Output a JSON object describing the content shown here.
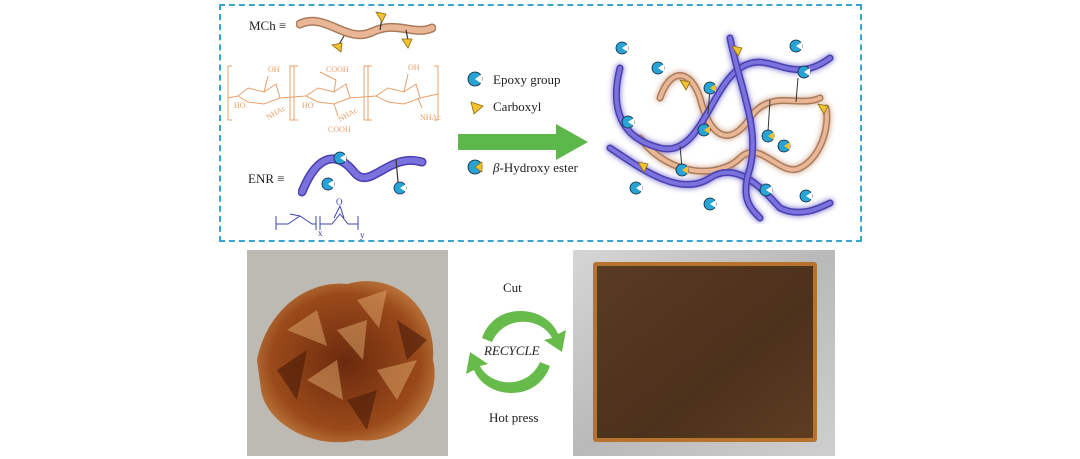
{
  "top_panel": {
    "mch_label": "MCh ≡",
    "enr_label": "ENR ≡",
    "legend": [
      {
        "icon": "epoxy-group-icon",
        "text": "Epoxy group",
        "color": "#27a3d6"
      },
      {
        "icon": "carboxyl-icon",
        "text": "Carboxyl",
        "color": "#f2c12e"
      },
      {
        "icon": "beta-hydroxy-ester-icon",
        "text_prefix": "β",
        "text": "-Hydroxy ester"
      }
    ],
    "chem_mch": {
      "oh1": "OH",
      "cooh1": "COOH",
      "oh2": "OH",
      "ho1": "HO",
      "nhac1": "NHAc",
      "ho2": "HO",
      "nhac2": "NHAc",
      "nhac3": "NHAc",
      "cooh2": "COOH"
    },
    "chem_enr": {
      "x": "x",
      "y": "y",
      "o": "O"
    }
  },
  "bottom_panel": {
    "cut_label": "Cut",
    "recycle_label": "RECYCLE",
    "hot_press_label": "Hot press"
  },
  "colors": {
    "frame": "#3aa3cf",
    "mch_chain": "#d9a57f",
    "enr_chain": "#6a5fd0",
    "arrow": "#5cb84a",
    "recycle_arrow": "#66bb4a",
    "chem_orange": "#e8a06a",
    "chem_blue": "#3d46a8"
  }
}
